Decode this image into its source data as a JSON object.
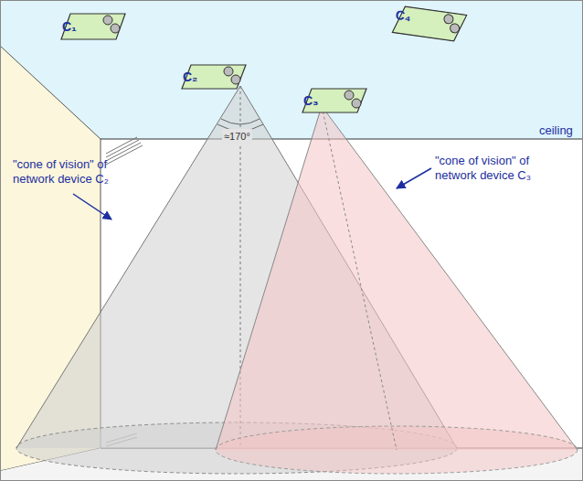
{
  "diagram": {
    "nodes": [
      {
        "text": [
          "C₁"
        ]
      },
      {
        "text": [
          "C₂"
        ]
      },
      {
        "text": [
          "C₃"
        ]
      },
      {
        "text": [
          "C₄"
        ]
      }
    ],
    "labels": [
      "≈170°",
      "ceiling",
      "\"cone of vision\" of network device C₂",
      "\"cone of vision\" of network device C₃"
    ]
  }
}
